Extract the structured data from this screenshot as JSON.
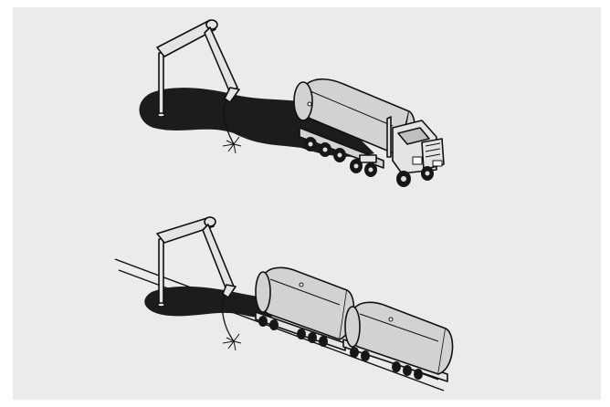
{
  "colors": {
    "panel": "#ebebeb",
    "shadow": "#1c1c1c",
    "tank": "#d2d2d2",
    "metal": "#e4e4e4",
    "outline": "#111111",
    "tire": "#161616",
    "hub": "#dddddd"
  },
  "scenes": [
    {
      "name": "tank-truck-scene",
      "vehicle": "tanker-truck",
      "elements": [
        "fill-pipe-arm",
        "grounding-wire",
        "spark",
        "shadow"
      ]
    },
    {
      "name": "rail-tank-car-scene",
      "vehicle": "rail-tank-cars",
      "elements": [
        "fill-pipe-arm",
        "grounding-wire",
        "spark",
        "shadow",
        "rails"
      ]
    }
  ]
}
